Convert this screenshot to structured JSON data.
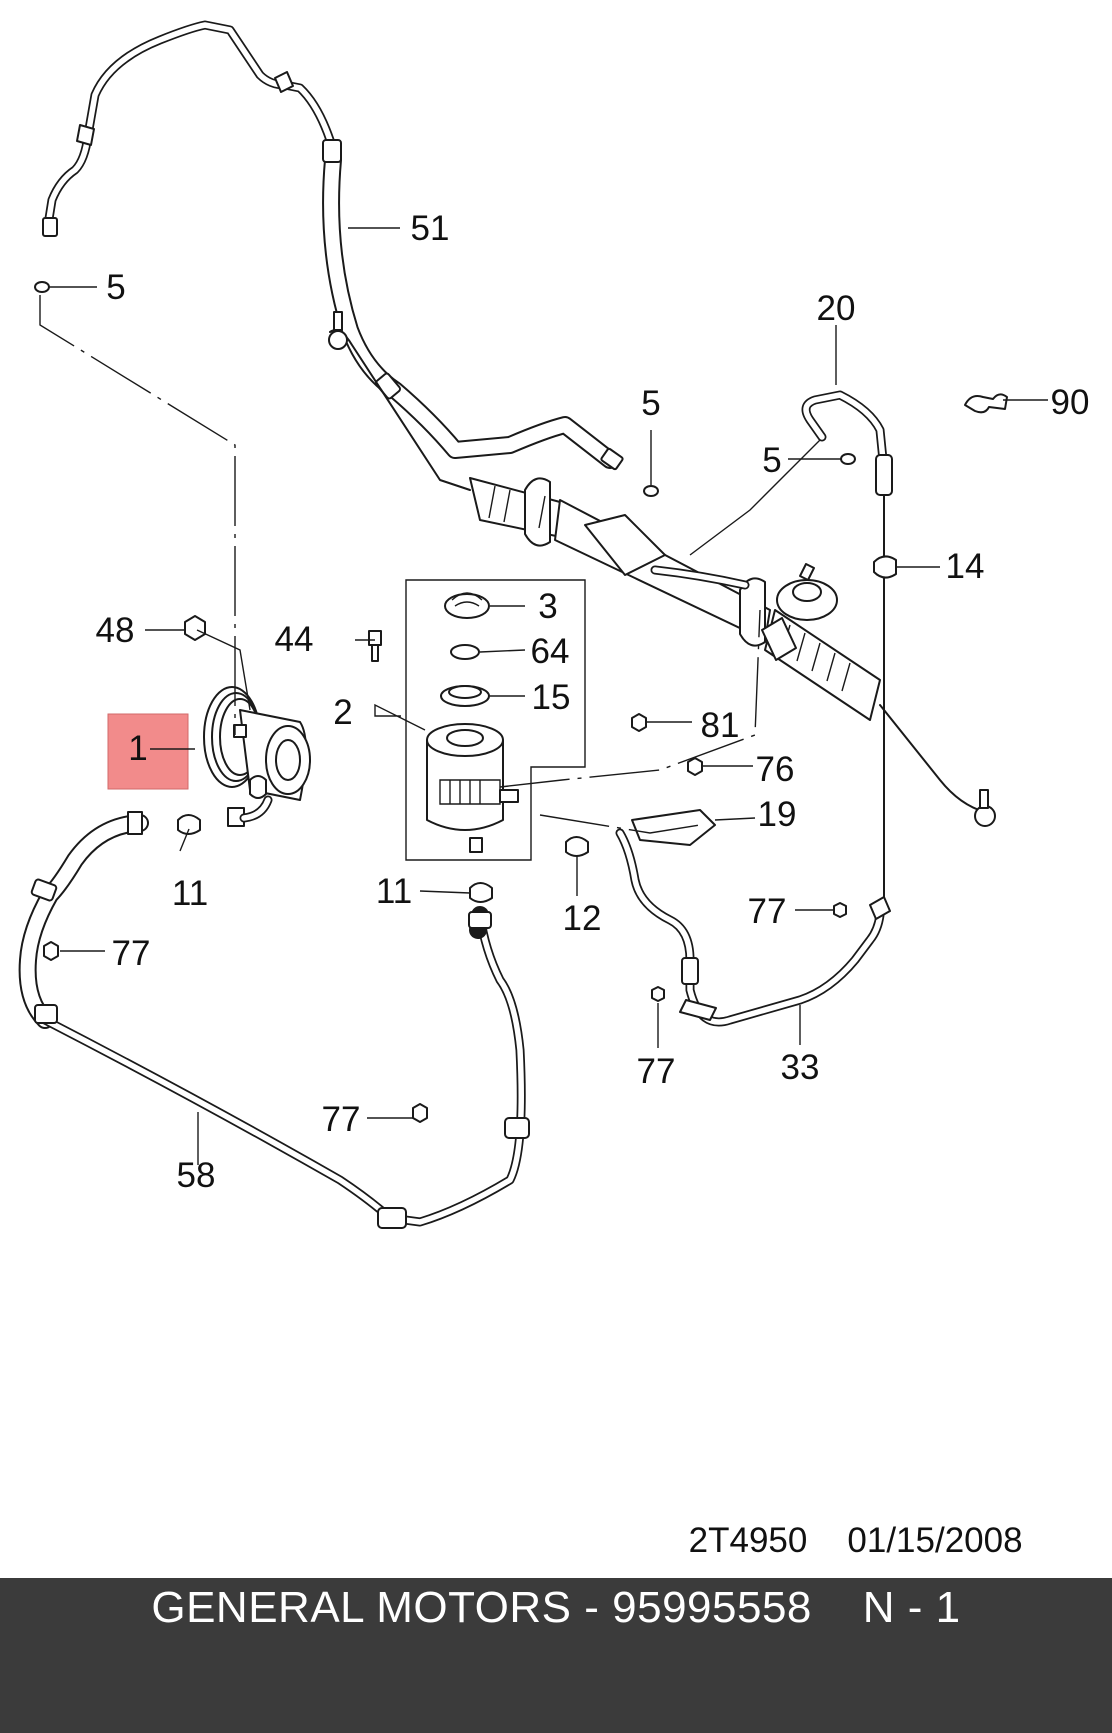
{
  "diagram": {
    "callouts": [
      {
        "id": "1",
        "text": "1"
      },
      {
        "id": "2",
        "text": "2"
      },
      {
        "id": "3",
        "text": "3"
      },
      {
        "id": "5a",
        "text": "5"
      },
      {
        "id": "5b",
        "text": "5"
      },
      {
        "id": "5c",
        "text": "5"
      },
      {
        "id": "11a",
        "text": "11"
      },
      {
        "id": "11b",
        "text": "11"
      },
      {
        "id": "12",
        "text": "12"
      },
      {
        "id": "14",
        "text": "14"
      },
      {
        "id": "15",
        "text": "15"
      },
      {
        "id": "19",
        "text": "19"
      },
      {
        "id": "20",
        "text": "20"
      },
      {
        "id": "33",
        "text": "33"
      },
      {
        "id": "44",
        "text": "44"
      },
      {
        "id": "48",
        "text": "48"
      },
      {
        "id": "51",
        "text": "51"
      },
      {
        "id": "58",
        "text": "58"
      },
      {
        "id": "64",
        "text": "64"
      },
      {
        "id": "76",
        "text": "76"
      },
      {
        "id": "77a",
        "text": "77"
      },
      {
        "id": "77b",
        "text": "77"
      },
      {
        "id": "77c",
        "text": "77"
      },
      {
        "id": "77d",
        "text": "77"
      },
      {
        "id": "81",
        "text": "81"
      },
      {
        "id": "90",
        "text": "90"
      }
    ],
    "highlight": {
      "part_number": "1",
      "color": "#f28b8b",
      "border_color": "#d26a6a"
    },
    "drawing_code": "2T4950",
    "drawing_date": "01/15/2008",
    "line_color": "#1a1a1a"
  },
  "footer": {
    "text": "GENERAL MOTORS - 95995558    N - 1",
    "background_color": "#3b3b3b",
    "text_color": "#ffffff"
  }
}
